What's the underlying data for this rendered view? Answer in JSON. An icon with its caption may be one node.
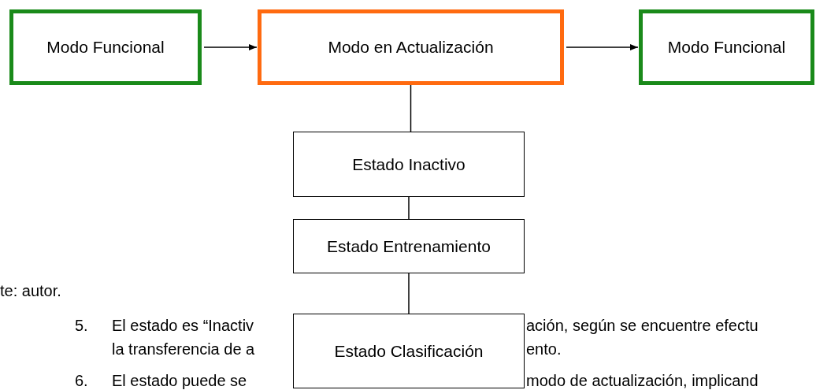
{
  "diagram": {
    "nodes": [
      {
        "text": [
          "Modo Funcional"
        ]
      },
      {
        "text": [
          "Modo en Actualización"
        ]
      },
      {
        "text": [
          "Modo Funcional"
        ]
      },
      {
        "text": [
          "Estado Inactivo"
        ]
      },
      {
        "text": [
          "Estado Entrenamiento"
        ]
      },
      {
        "text": [
          "Estado Clasificación"
        ]
      }
    ],
    "edges": [
      {
        "from": 0,
        "to": 1,
        "arrow": "to"
      },
      {
        "from": 1,
        "to": 2,
        "arrow": "to"
      },
      {
        "from": 1,
        "to": 3,
        "arrow": "none"
      },
      {
        "from": 3,
        "to": 4,
        "arrow": "none"
      },
      {
        "from": 4,
        "to": 5,
        "arrow": "none"
      }
    ],
    "labels": [
      "te: autor.",
      "5.",
      "El estado es “Inactiv",
      "ación, según se encuentre efectu",
      "la transferencia de a",
      "ento.",
      "6.",
      "El estado puede se",
      "modo de actualización, implicand"
    ]
  }
}
